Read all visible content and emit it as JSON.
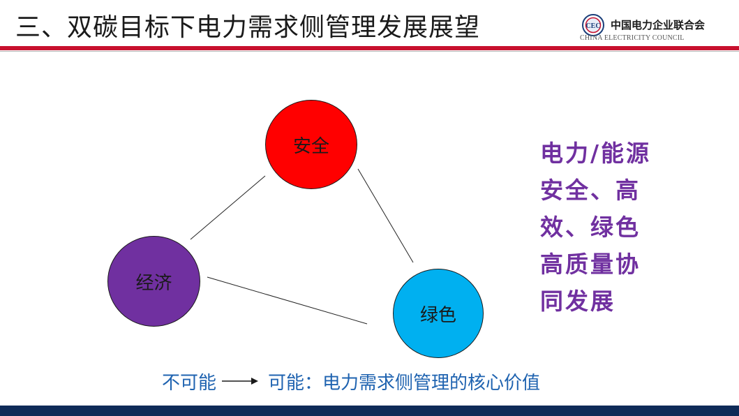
{
  "slide": {
    "title": "三、双碳目标下电力需求侧管理发展展望"
  },
  "logo": {
    "name_cn": "中国电力企业联合会",
    "name_en": "CHINA ELECTRICITY COUNCIL"
  },
  "diagram": {
    "nodes": [
      {
        "id": "safety",
        "label": "安全",
        "color": "#ff0000"
      },
      {
        "id": "economy",
        "label": "经济",
        "color": "#7030a0"
      },
      {
        "id": "green",
        "label": "绿色",
        "color": "#00b0f0"
      }
    ]
  },
  "side_text": {
    "lines": [
      "电力/能源",
      "安全、高",
      "效、绿色",
      "高质量协",
      "同发展"
    ],
    "color": "#7030a0"
  },
  "caption": {
    "before": "不可能",
    "after": "可能：电力需求侧管理的核心价值",
    "color": "#1f63b0"
  },
  "colors": {
    "header_rule": "#c8102e",
    "footer_bar": "#0e2b58"
  }
}
